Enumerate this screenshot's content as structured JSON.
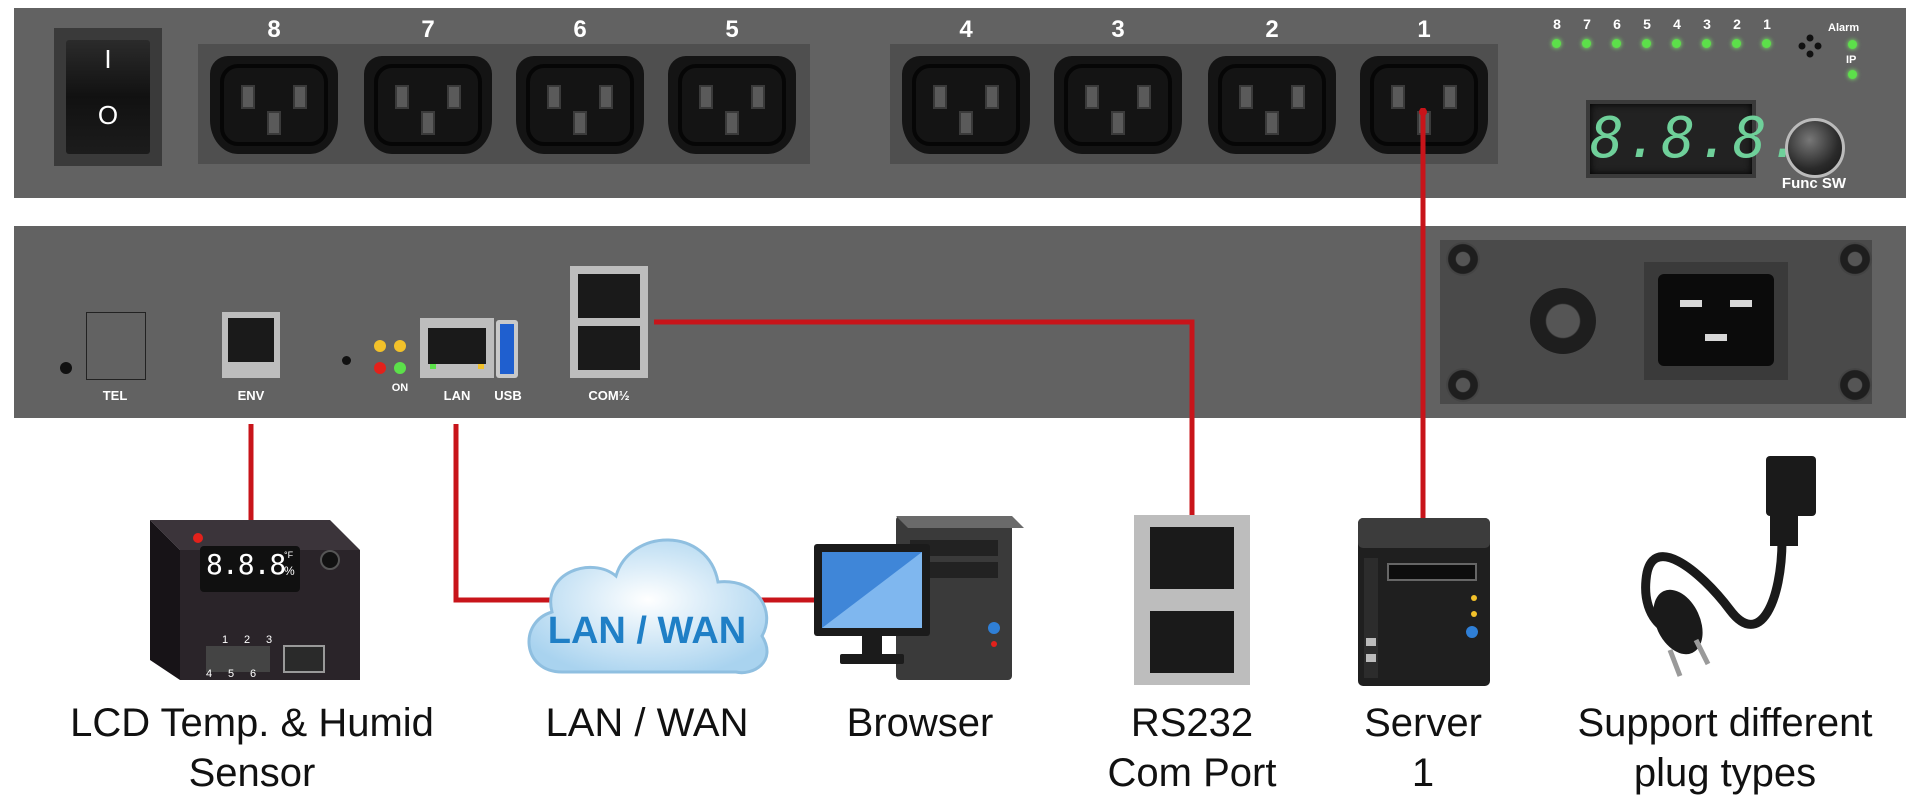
{
  "front_panel": {
    "outlet_numbers_left": [
      "8",
      "7",
      "6",
      "5"
    ],
    "outlet_numbers_right": [
      "4",
      "3",
      "2",
      "1"
    ],
    "led_numbers": [
      "8",
      "7",
      "6",
      "5",
      "4",
      "3",
      "2",
      "1"
    ],
    "alarm_label": "Alarm",
    "ip_label": "IP",
    "display_text": "8.8.8.",
    "func_switch_label": "Func SW",
    "power_switch": {
      "on_symbol": "I",
      "off_symbol": "O"
    }
  },
  "rear_panel": {
    "ports": {
      "tel": "TEL",
      "env": "ENV",
      "on": "ON",
      "lan": "LAN",
      "usb": "USB",
      "com": "COM½"
    }
  },
  "sensor": {
    "display": "8.8.8",
    "unit_top": "°F",
    "unit_bottom": "%",
    "numbers_top": [
      "1",
      "2",
      "3"
    ],
    "numbers_bottom": [
      "4",
      "5",
      "6"
    ]
  },
  "cloud_label": "LAN / WAN",
  "captions": {
    "sensor": {
      "line1": "LCD Temp. & Humid",
      "line2": "Sensor"
    },
    "lan_wan": {
      "line1": "LAN / WAN"
    },
    "browser": {
      "line1": "Browser"
    },
    "rs232": {
      "line1": "RS232",
      "line2": "Com Port"
    },
    "server": {
      "line1": "Server",
      "line2": "1"
    },
    "plug": {
      "line1": "Support different",
      "line2": "plug types"
    }
  },
  "colors": {
    "panel": "#626262",
    "cable": "#c8141a",
    "led_green": "#5ce04a",
    "display_digits": "#6fd09a",
    "cloud_text": "#1f7fc6"
  }
}
